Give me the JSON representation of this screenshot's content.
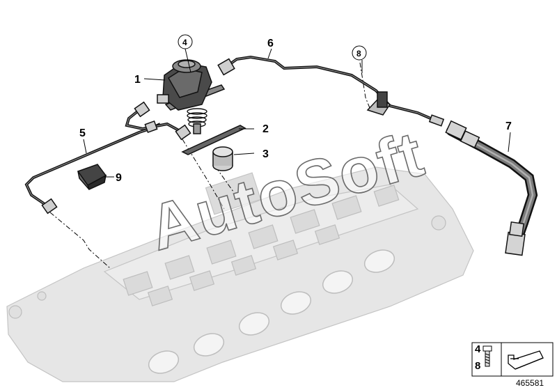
{
  "watermark": "AutoSoft",
  "callouts": {
    "c1": "1",
    "c2": "2",
    "c3": "3",
    "c4": "4",
    "c5": "5",
    "c6": "6",
    "c7": "7",
    "c8": "8",
    "c9": "9"
  },
  "legend": {
    "top": "4",
    "bottom": "8"
  },
  "diagram_id": "465581"
}
